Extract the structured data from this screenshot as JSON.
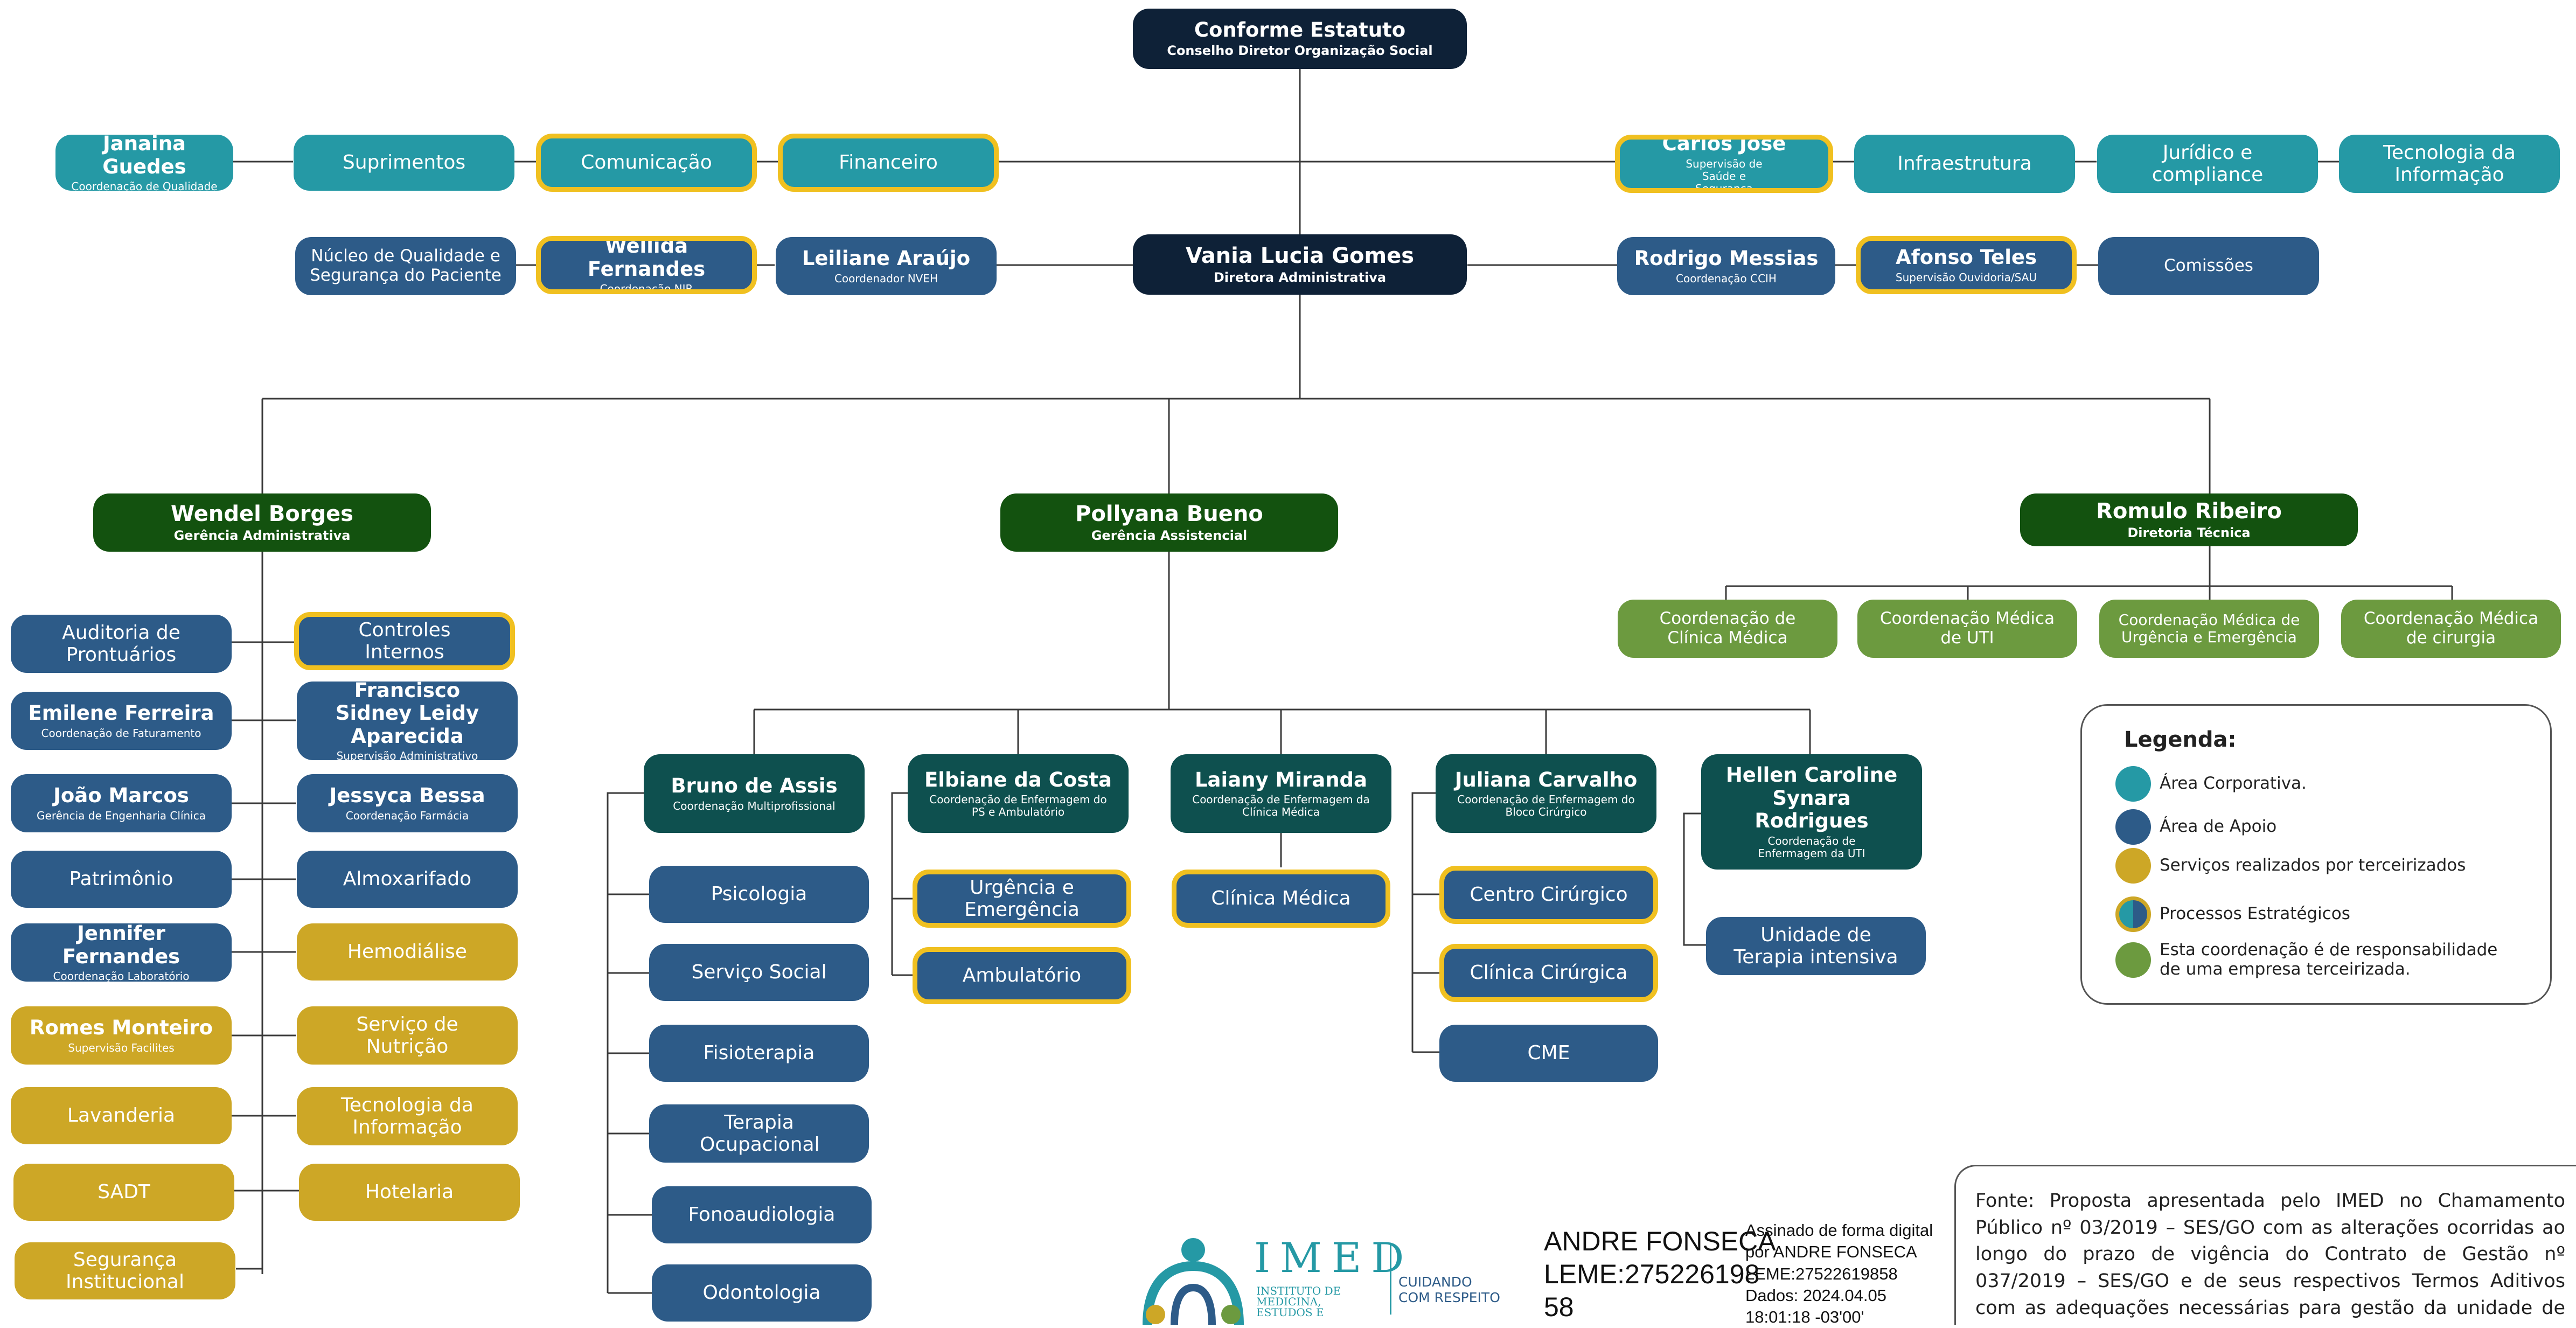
{
  "boxes": [
    {
      "id": "estatuto",
      "title": "Conforme Estatuto",
      "sub": "Conselho Diretor Organização Social",
      "style": "navy",
      "bold": true
    },
    {
      "id": "janaina",
      "title": "Janaina Guedes",
      "sub": "Coordenação de Qualidade",
      "style": "teal",
      "bold": true
    },
    {
      "id": "suprimentos",
      "title": "Suprimentos",
      "sub": "",
      "style": "teal",
      "bold": false
    },
    {
      "id": "comunicacao",
      "title": "Comunicação",
      "sub": "",
      "style": "teal",
      "bold": false,
      "strategic": true
    },
    {
      "id": "financeiro",
      "title": "Financeiro",
      "sub": "",
      "style": "teal",
      "bold": false,
      "strategic": true
    },
    {
      "id": "carlos",
      "title": "Carlos José",
      "sub": "Supervisão de Saúde e Segurança",
      "style": "teal",
      "bold": true,
      "strategic": true
    },
    {
      "id": "infraestrutura",
      "title": "Infraestrutura",
      "sub": "",
      "style": "teal",
      "bold": false
    },
    {
      "id": "juridico",
      "title": "Jurídico e compliance",
      "sub": "",
      "style": "teal",
      "bold": false
    },
    {
      "id": "ti-top",
      "title": "Tecnologia da Informação",
      "sub": "",
      "style": "teal",
      "bold": false
    },
    {
      "id": "nucleo",
      "title": "Núcleo de Qualidade e Segurança do Paciente",
      "sub": "",
      "style": "blue",
      "bold": false
    },
    {
      "id": "wellida",
      "title": "Wellida Fernandes",
      "sub": "Coordenação NIR",
      "style": "blue",
      "bold": true,
      "strategic": true
    },
    {
      "id": "leiliane",
      "title": "Leiliane Araújo",
      "sub": "Coordenador NVEH",
      "style": "blue",
      "bold": true
    },
    {
      "id": "vania",
      "title": "Vania Lucia Gomes",
      "sub": "Diretora Administrativa",
      "style": "navy",
      "bold": true
    },
    {
      "id": "rodrigo",
      "title": "Rodrigo Messias",
      "sub": "Coordenação CCIH",
      "style": "blue",
      "bold": true
    },
    {
      "id": "afonso",
      "title": "Afonso Teles",
      "sub": "Supervisão Ouvidoria/SAU",
      "style": "blue",
      "bold": true,
      "strategic": true
    },
    {
      "id": "comissoes",
      "title": "Comissões",
      "sub": "",
      "style": "blue",
      "bold": false
    },
    {
      "id": "wendel",
      "title": "Wendel Borges",
      "sub": "Gerência Administrativa",
      "style": "dgreen",
      "bold": true
    },
    {
      "id": "pollyana",
      "title": "Pollyana Bueno",
      "sub": "Gerência Assistencial",
      "style": "dgreen",
      "bold": true
    },
    {
      "id": "romulo",
      "title": "Romulo Ribeiro",
      "sub": "Diretoria Técnica",
      "style": "dgreen",
      "bold": true
    },
    {
      "id": "coord-clinica",
      "title": "Coordenação de Clínica Médica",
      "sub": "",
      "style": "lgreen",
      "bold": false
    },
    {
      "id": "coord-uti",
      "title": "Coordenação Médica de UTI",
      "sub": "",
      "style": "lgreen",
      "bold": false
    },
    {
      "id": "coord-urgencia",
      "title": "Coordenação Médica de Urgência e Emergência",
      "sub": "",
      "style": "lgreen",
      "bold": false
    },
    {
      "id": "coord-cirurgia",
      "title": "Coordenação Médica de cirurgia",
      "sub": "",
      "style": "lgreen",
      "bold": false
    },
    {
      "id": "auditoria",
      "title": "Auditoria de Prontuários",
      "sub": "",
      "style": "blue",
      "bold": false
    },
    {
      "id": "controles",
      "title": "Controles Internos",
      "sub": "",
      "style": "blue",
      "bold": false,
      "strategic": true
    },
    {
      "id": "emilene",
      "title": "Emilene Ferreira",
      "sub": "Coordenação de Faturamento",
      "style": "blue",
      "bold": true
    },
    {
      "id": "francisco",
      "title": "Francisco Sidney Leidy Aparecida",
      "sub": "Supervisão Administrativo",
      "style": "blue",
      "bold": true
    },
    {
      "id": "joao",
      "title": "João Marcos",
      "sub": "Gerência de Engenharia Clínica",
      "style": "blue",
      "bold": true
    },
    {
      "id": "jessyca",
      "title": "Jessyca Bessa",
      "sub": "Coordenação Farmácia",
      "style": "blue",
      "bold": true
    },
    {
      "id": "patrimonio",
      "title": "Patrimônio",
      "sub": "",
      "style": "blue",
      "bold": false
    },
    {
      "id": "almoxarifado",
      "title": "Almoxarifado",
      "sub": "",
      "style": "blue",
      "bold": false
    },
    {
      "id": "jennifer",
      "title": "Jennifer Fernandes",
      "sub": "Coordenação Laboratório",
      "style": "blue",
      "bold": true
    },
    {
      "id": "hemodialise",
      "title": "Hemodiálise",
      "sub": "",
      "style": "gold",
      "bold": false
    },
    {
      "id": "romes",
      "title": "Romes Monteiro",
      "sub": "Supervisão Facilites",
      "style": "gold",
      "bold": true
    },
    {
      "id": "nutricao",
      "title": "Serviço de Nutrição",
      "sub": "",
      "style": "gold",
      "bold": false
    },
    {
      "id": "lavanderia",
      "title": "Lavanderia",
      "sub": "",
      "style": "gold",
      "bold": false
    },
    {
      "id": "ti-gold",
      "title": "Tecnologia da Informação",
      "sub": "",
      "style": "gold",
      "bold": false
    },
    {
      "id": "sadt",
      "title": "SADT",
      "sub": "",
      "style": "gold",
      "bold": false
    },
    {
      "id": "hotelaria",
      "title": "Hotelaria",
      "sub": "",
      "style": "gold",
      "bold": false
    },
    {
      "id": "seguranca",
      "title": "Segurança Institucional",
      "sub": "",
      "style": "gold",
      "bold": false
    },
    {
      "id": "bruno",
      "title": "Bruno de Assis",
      "sub": "Coordenação Multiprofissional",
      "style": "tealg",
      "bold": true
    },
    {
      "id": "elbiane",
      "title": "Elbiane da Costa",
      "sub": "Coordenação de Enfermagem do PS e Ambulatório",
      "style": "tealg",
      "bold": true
    },
    {
      "id": "laiany",
      "title": "Laiany Miranda",
      "sub": "Coordenação de Enfermagem da Clínica Médica",
      "style": "tealg",
      "bold": true
    },
    {
      "id": "juliana",
      "title": "Juliana Carvalho",
      "sub": "Coordenação de Enfermagem do Bloco Cirúrgico",
      "style": "tealg",
      "bold": true
    },
    {
      "id": "hellen",
      "title": "Hellen Caroline Synara Rodrigues",
      "sub": "Coordenação de Enfermagem da UTI",
      "style": "tealg",
      "bold": true
    },
    {
      "id": "psicologia",
      "title": "Psicologia",
      "sub": "",
      "style": "blue",
      "bold": false
    },
    {
      "id": "servico-social",
      "title": "Serviço Social",
      "sub": "",
      "style": "blue",
      "bold": false
    },
    {
      "id": "fisioterapia",
      "title": "Fisioterapia",
      "sub": "",
      "style": "blue",
      "bold": false
    },
    {
      "id": "terapia-ocupacional",
      "title": "Terapia Ocupacional",
      "sub": "",
      "style": "blue",
      "bold": false
    },
    {
      "id": "fonoaudiologia",
      "title": "Fonoaudiologia",
      "sub": "",
      "style": "blue",
      "bold": false
    },
    {
      "id": "odontologia",
      "title": "Odontologia",
      "sub": "",
      "style": "blue",
      "bold": false
    },
    {
      "id": "urgencia",
      "title": "Urgência e Emergência",
      "sub": "",
      "style": "blue",
      "bold": false,
      "strategic": true
    },
    {
      "id": "ambulatorio",
      "title": "Ambulatório",
      "sub": "",
      "style": "blue",
      "bold": false,
      "strategic": true
    },
    {
      "id": "clinica-medica",
      "title": "Clínica Médica",
      "sub": "",
      "style": "blue",
      "bold": false,
      "strategic": true
    },
    {
      "id": "centro-cirurgico",
      "title": "Centro Cirúrgico",
      "sub": "",
      "style": "blue",
      "bold": false,
      "strategic": true
    },
    {
      "id": "clinica-cirurgica",
      "title": "Clínica Cirúrgica",
      "sub": "",
      "style": "blue",
      "bold": false,
      "strategic": true
    },
    {
      "id": "cme",
      "title": "CME",
      "sub": "",
      "style": "blue",
      "bold": false
    },
    {
      "id": "uti",
      "title": "Unidade de Terapia intensiva",
      "sub": "",
      "style": "blue",
      "bold": false
    }
  ],
  "legend": {
    "title": "Legenda:",
    "items": [
      {
        "label": "Área Corporativa.",
        "color": "#2599a5"
      },
      {
        "label": "Área de Apoio",
        "color": "#2d5b88"
      },
      {
        "label": "Serviços realizados por terceirizados",
        "color": "#cda726"
      },
      {
        "label": "Processos Estratégicos",
        "color": "split"
      },
      {
        "label": "Esta coordenação é de responsabilidade de uma empresa terceirizada.",
        "color": "#6c9a3f"
      }
    ]
  },
  "source_note": "Fonte: Proposta apresentada pelo IMED no Chamamento Público nº 03/2019 – SES/GO com as alterações ocorridas ao longo do prazo de vigência do Contrato de Gestão nº 037/2019 – SES/GO e de seus respectivos Termos Aditivos com as adequações necessárias para gestão da unidade de saúde, conforme capacidade instalada e serviços disponibilizados à população.",
  "logo": {
    "brand": "IMED",
    "subtitle_lines": [
      "INSTITUTO DE",
      "MEDICINA,",
      "ESTUDOS E"
    ],
    "tagline_lines": [
      "CUIDANDO",
      "COM RESPEITO"
    ]
  },
  "signature": {
    "name_lines": [
      "ANDRE FONSECA",
      "LEME:275226198",
      "58"
    ],
    "meta_lines": [
      "Assinado de forma digital",
      "por ANDRE FONSECA",
      "LEME:27522619858",
      "Dados: 2024.04.05",
      "18:01:18 -03'00'"
    ]
  },
  "colors": {
    "navy": "#0e2137",
    "teal": "#2599a5",
    "blue": "#2d5b88",
    "gold": "#cda726",
    "dgreen": "#13520f",
    "tealg": "#0e504f",
    "lgreen": "#6c9a3f",
    "strategic_border": "#f0c020"
  }
}
